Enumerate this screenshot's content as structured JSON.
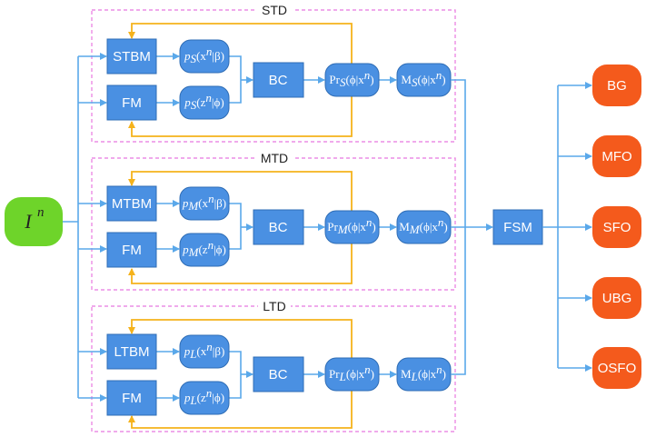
{
  "input": {
    "label": "I",
    "superscript": "n"
  },
  "groups": [
    {
      "title": "STD",
      "model_box": "STBM",
      "feature_box": "FM",
      "likelihood_model": {
        "prefix": "p",
        "sub": "S",
        "args": "(x",
        "sup": "n",
        "cond": "|β)"
      },
      "likelihood_feature": {
        "prefix": "p",
        "sub": "S",
        "args": "(z",
        "sup": "n",
        "cond": "|ϕ)"
      },
      "combiner": "BC",
      "posterior": {
        "prefix": "Pr",
        "sub": "S",
        "args": "(ϕ|x",
        "sup": "n",
        "cond": ")"
      },
      "membership": {
        "prefix": "M",
        "sub": "S",
        "args": "(ϕ|x",
        "sup": "n",
        "cond": ")"
      }
    },
    {
      "title": "MTD",
      "model_box": "MTBM",
      "feature_box": "FM",
      "likelihood_model": {
        "prefix": "p",
        "sub": "M",
        "args": "(x",
        "sup": "n",
        "cond": "|β)"
      },
      "likelihood_feature": {
        "prefix": "p",
        "sub": "M",
        "args": "(z",
        "sup": "n",
        "cond": "|ϕ)"
      },
      "combiner": "BC",
      "posterior": {
        "prefix": "Pr",
        "sub": "M",
        "args": "(ϕ|x",
        "sup": "n",
        "cond": ")"
      },
      "membership": {
        "prefix": "M",
        "sub": "M",
        "args": "(ϕ|x",
        "sup": "n",
        "cond": ")"
      }
    },
    {
      "title": "LTD",
      "model_box": "LTBM",
      "feature_box": "FM",
      "likelihood_model": {
        "prefix": "p",
        "sub": "L",
        "args": "(x",
        "sup": "n",
        "cond": "|β)"
      },
      "likelihood_feature": {
        "prefix": "p",
        "sub": "L",
        "args": "(z",
        "sup": "n",
        "cond": "|ϕ)"
      },
      "combiner": "BC",
      "posterior": {
        "prefix": "Pr",
        "sub": "L",
        "args": "(ϕ|x",
        "sup": "n",
        "cond": ")"
      },
      "membership": {
        "prefix": "M",
        "sub": "L",
        "args": "(ϕ|x",
        "sup": "n",
        "cond": ")"
      }
    }
  ],
  "fusion": "FSM",
  "outputs": [
    "BG",
    "MFO",
    "SFO",
    "UBG",
    "OSFO"
  ],
  "colors": {
    "box_fill": "#4a90e2",
    "box_stroke": "#2f6db5",
    "arrow_blue": "#5aa8ea",
    "arrow_orange": "#f5b21b",
    "group_border": "#e878e0",
    "input_fill": "#6ed42a",
    "output_fill": "#f45a1c"
  }
}
